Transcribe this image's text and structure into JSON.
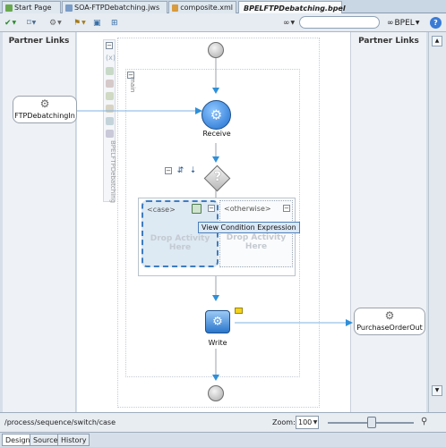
{
  "tabs": [
    {
      "label": "Start Page",
      "icon": "start-page-icon"
    },
    {
      "label": "SOA-FTPDebatching.jws",
      "icon": "project-icon"
    },
    {
      "label": "composite.xml",
      "icon": "xml-file-icon"
    },
    {
      "label": "BPELFTPDebatching.bpel",
      "icon": "bpel-file-icon",
      "active": true
    }
  ],
  "toolbar": {
    "validate_icon": "checkmark-icon",
    "bookmark_icon": "bookmark-icon",
    "settings_icon": "gear-icon",
    "deploy_icon": "deploy-icon",
    "save_icon": "save-icon",
    "network_icon": "network-icon",
    "search_icon": "binoculars-icon",
    "search_placeholder": "",
    "bpel_label": "BPEL",
    "help_icon": "help-icon"
  },
  "lanes": {
    "left_title": "Partner Links",
    "right_title": "Partner Links"
  },
  "palette": {
    "scope_name": "BPELFTPDebatching"
  },
  "process": {
    "scope_label": "main",
    "receive_label": "Receive",
    "write_label": "Write",
    "switch": {
      "case_title": "<case>",
      "otherwise_title": "<otherwise>",
      "case_drop_text": "Drop Activity Here",
      "otherwise_drop_text": "Drop Activity Here",
      "tooltip": "View Condition Expression"
    }
  },
  "partner_links": {
    "left": "FTPDebatchingIn",
    "right": "PurchaseOrderOut"
  },
  "status": {
    "path": "/process/sequence/switch/case",
    "zoom_label": "Zoom:",
    "zoom_value": "100",
    "zoom_slider_level": 0.5
  },
  "bottom_tabs": [
    "Design",
    "Source",
    "History"
  ],
  "colors": {
    "activity_blue": "#2a76cc",
    "selection_blue": "#3d7cc2",
    "flag_yellow": "#f2d21b"
  }
}
